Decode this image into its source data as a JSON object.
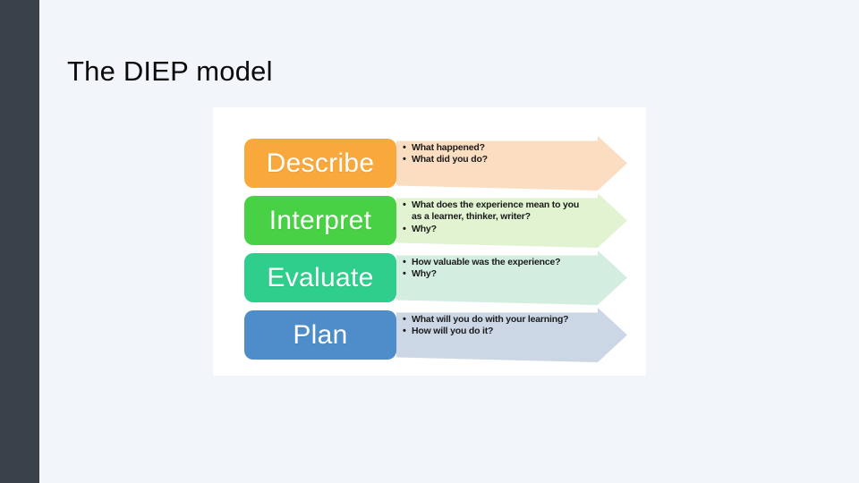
{
  "slide": {
    "title": "The DIEP model"
  },
  "colors": {
    "background": "#F2F6FA",
    "accent_bar": "#3A414B",
    "panel": "#FFFFFF",
    "bullet_text": "#1B1B1B",
    "stage_label_text": "#FFFFFF"
  },
  "diagram": {
    "rows": [
      {
        "label": "Describe",
        "box_color": "#F9A93C",
        "arrow_color": "#FBDDC1",
        "bullets": [
          "What happened?",
          "What did you do?"
        ]
      },
      {
        "label": "Interpret",
        "box_color": "#49D146",
        "arrow_color": "#E1F3D1",
        "bullets": [
          "What does the experience mean to you as a learner, thinker, writer?",
          "Why?"
        ]
      },
      {
        "label": "Evaluate",
        "box_color": "#2FCE8C",
        "arrow_color": "#D3EEE1",
        "bullets": [
          "How valuable was the experience?",
          "Why?"
        ]
      },
      {
        "label": "Plan",
        "box_color": "#4E8DC9",
        "arrow_color": "#CCD7E5",
        "bullets": [
          "What will you do with your learning?",
          "How will you do it?"
        ]
      }
    ]
  }
}
